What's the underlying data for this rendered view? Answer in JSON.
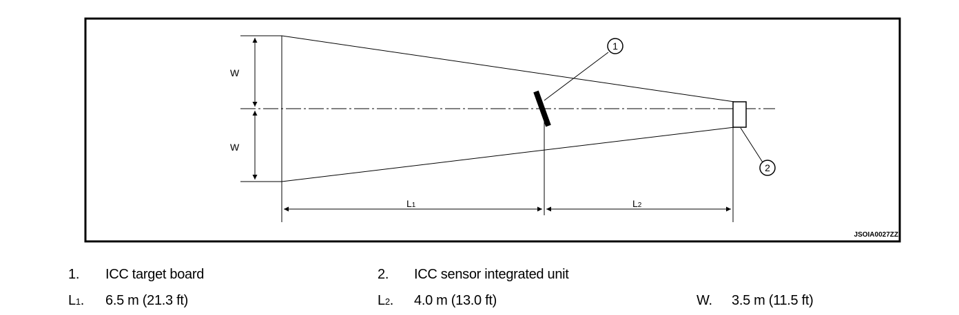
{
  "diagram": {
    "callouts": [
      "1",
      "2"
    ],
    "dimension_labels": {
      "w_top": "W",
      "w_bottom": "W",
      "l1_main": "L",
      "l1_sub": "1",
      "l2_main": "L",
      "l2_sub": "2"
    },
    "figure_code": "JSOIA0027ZZ"
  },
  "legend": [
    {
      "id": "1",
      "marker": "1.",
      "text": "ICC target board"
    },
    {
      "id": "2",
      "marker": "2.",
      "text": "ICC sensor integrated unit"
    },
    {
      "id": "L1",
      "marker_main": "L",
      "marker_sub": "1",
      "marker_suffix": ".",
      "text": "6.5 m (21.3 ft)"
    },
    {
      "id": "L2",
      "marker_main": "L",
      "marker_sub": "2",
      "marker_suffix": ".",
      "text": "4.0 m (13.0 ft)"
    },
    {
      "id": "W",
      "marker": "W.",
      "text": "3.5 m (11.5 ft)"
    }
  ]
}
